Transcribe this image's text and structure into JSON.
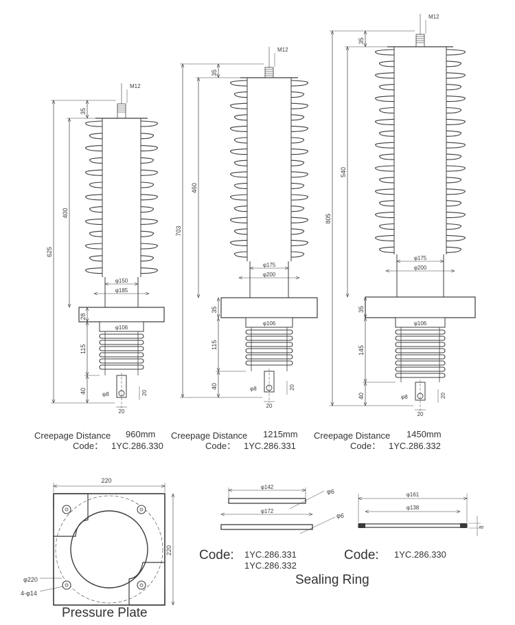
{
  "arresters": [
    {
      "creepage_label": "Creepage Distance",
      "creepage_value": "960mm",
      "code_label": "Code：",
      "code_value": "1YC.286.330",
      "dims": {
        "thread": "M12",
        "top": "35",
        "total": "625",
        "body": "400",
        "flange": "28",
        "base": "115",
        "bottom": "40",
        "d_inner": "φ150",
        "d_outer": "φ185",
        "d_base": "φ106",
        "d_pin": "φ8",
        "pin_w": "20",
        "pin_h": "20"
      }
    },
    {
      "creepage_label": "Creepage Distance",
      "creepage_value": "1215mm",
      "code_label": "Code：",
      "code_value": "1YC.286.331",
      "dims": {
        "thread": "M12",
        "top": "35",
        "total": "703",
        "body": "460",
        "flange": "35",
        "base": "115",
        "bottom": "40",
        "d_inner": "φ175",
        "d_outer": "φ200",
        "d_base": "φ106",
        "d_pin": "φ8",
        "pin_w": "20",
        "pin_h": "20"
      }
    },
    {
      "creepage_label": "Creepage Distance",
      "creepage_value": "1450mm",
      "code_label": "Code：",
      "code_value": "1YC.286.332",
      "dims": {
        "thread": "M12",
        "top": "35",
        "total": "805",
        "body": "540",
        "flange": "35",
        "base": "145",
        "bottom": "40",
        "d_inner": "φ175",
        "d_outer": "φ200",
        "d_base": "φ106",
        "d_pin": "φ8",
        "pin_w": "20",
        "pin_h": "20"
      }
    }
  ],
  "pressure_plate": {
    "title": "Pressure Plate",
    "width": "220",
    "height": "220",
    "hole_circle": "φ220",
    "holes": "4-φ14"
  },
  "sealing_rings": {
    "title": "Sealing Ring",
    "left": {
      "code_label": "Code:",
      "codes": [
        "1YC.286.331",
        "1YC.286.332"
      ],
      "d_outer_1": "φ142",
      "d_outer_2": "φ172",
      "thick_1": "φ6",
      "thick_2": "φ6"
    },
    "right": {
      "code_label": "Code:",
      "code": "1YC.286.330",
      "d_outer": "φ161",
      "d_inner": "φ138",
      "thick": "8"
    }
  }
}
